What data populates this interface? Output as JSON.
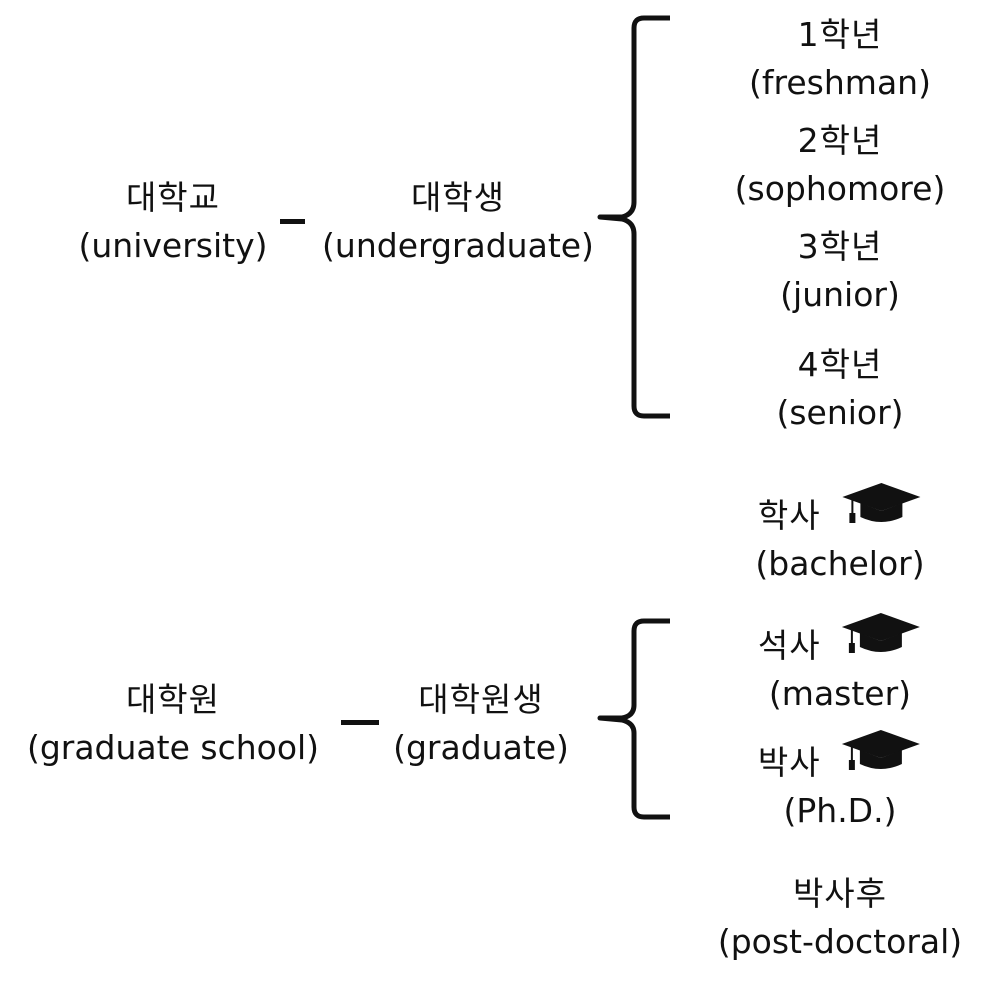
{
  "university": {
    "ko": "대학교",
    "en": "(university)"
  },
  "undergraduate": {
    "ko": "대학생",
    "en": "(undergraduate)"
  },
  "years": [
    {
      "ko": "1학년",
      "en": "(freshman)"
    },
    {
      "ko": "2학년",
      "en": "(sophomore)"
    },
    {
      "ko": "3학년",
      "en": "(junior)"
    },
    {
      "ko": "4학년",
      "en": "(senior)"
    }
  ],
  "bachelor": {
    "ko": "학사",
    "en": "(bachelor)",
    "icon": "graduation-cap-icon"
  },
  "graduate_school": {
    "ko": "대학원",
    "en": "(graduate school)"
  },
  "graduate": {
    "ko": "대학원생",
    "en": "(graduate)"
  },
  "degrees": [
    {
      "ko": "석사",
      "en": "(master)",
      "icon": "graduation-cap-icon"
    },
    {
      "ko": "박사",
      "en": "(Ph.D.)",
      "icon": "graduation-cap-icon"
    }
  ],
  "postdoc": {
    "ko": "박사후",
    "en": "(post-doctoral)"
  },
  "colors": {
    "ink": "#111111",
    "background": "#ffffff"
  }
}
